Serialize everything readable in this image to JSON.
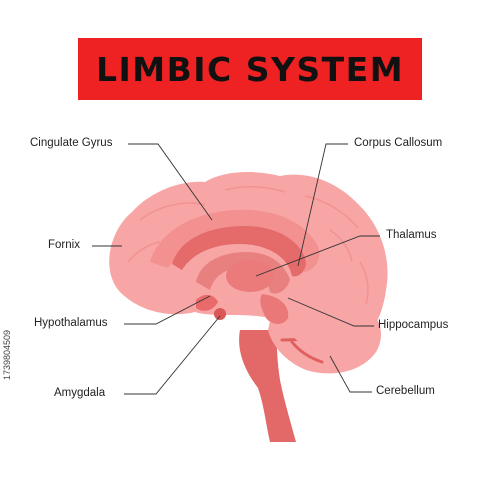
{
  "title": "LIMBIC SYSTEM",
  "labels": {
    "cingulate_gyrus": "Cingulate Gyrus",
    "fornix": "Fornix",
    "hypothalamus": "Hypothalamus",
    "amygdala": "Amygdala",
    "corpus_callosum": "Corpus Callosum",
    "thalamus": "Thalamus",
    "hippocampus": "Hippocampus",
    "cerebellum": "Cerebellum"
  },
  "stock_id": "1739804509",
  "colors": {
    "banner": "#ee2222",
    "brain_outer": "#f7a3a3",
    "brain_inner": "#f59494",
    "limbic": "#e86a6a",
    "brainstem": "#e16464",
    "cerebellum": "#f6a0a0"
  }
}
